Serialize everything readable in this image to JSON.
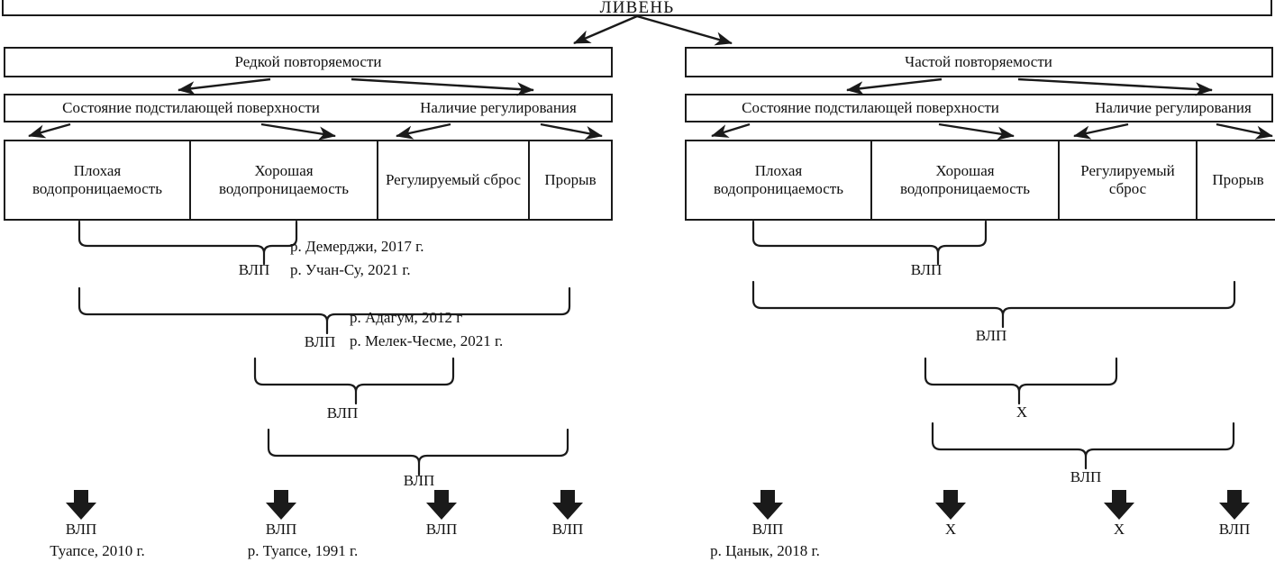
{
  "diagram": {
    "title": "ЛИВЕНЬ",
    "type": "decision-tree",
    "branches": [
      {
        "id": "left",
        "label": "Редкой повторяемости",
        "criteria": [
          "Состояние подстилающей поверхности",
          "Наличие регулирования"
        ],
        "categories": [
          "Плохая водопроницаемость",
          "Хорошая водопроницаемость",
          "Регулируемый сброс",
          "Прорыв"
        ],
        "nodes": [
          {
            "label": "ВЛП",
            "examples": [
              "р. Демерджи, 2017 г.",
              "р. Учан-Су, 2021 г."
            ]
          },
          {
            "label": "ВЛП",
            "examples": [
              "р. Адагум, 2012 г",
              "р. Мелек-Чесме, 2021 г."
            ]
          },
          {
            "label": "ВЛП",
            "examples": []
          },
          {
            "label": "ВЛП",
            "examples": []
          }
        ],
        "outcomes": [
          {
            "label": "ВЛП",
            "example": "Туапсе, 2010 г."
          },
          {
            "label": "ВЛП",
            "example": "р. Туапсе, 1991 г."
          },
          {
            "label": "ВЛП",
            "example": ""
          },
          {
            "label": "ВЛП",
            "example": ""
          }
        ]
      },
      {
        "id": "right",
        "label": "Частой повторяемости",
        "criteria": [
          "Состояние подстилающей поверхности",
          "Наличие регулирования"
        ],
        "categories": [
          "Плохая водопроницаемость",
          "Хорошая водопроницаемость",
          "Регулируемый сброс",
          "Прорыв"
        ],
        "nodes": [
          {
            "label": "ВЛП",
            "examples": []
          },
          {
            "label": "ВЛП",
            "examples": []
          },
          {
            "label": "X",
            "examples": []
          },
          {
            "label": "ВЛП",
            "examples": []
          }
        ],
        "outcomes": [
          {
            "label": "ВЛП",
            "example": "р. Цанык, 2018 г."
          },
          {
            "label": "X",
            "example": ""
          },
          {
            "label": "X",
            "example": ""
          },
          {
            "label": "ВЛП",
            "example": ""
          }
        ]
      }
    ],
    "colors": {
      "line": "#1a1a1a",
      "background": "#ffffff"
    }
  }
}
